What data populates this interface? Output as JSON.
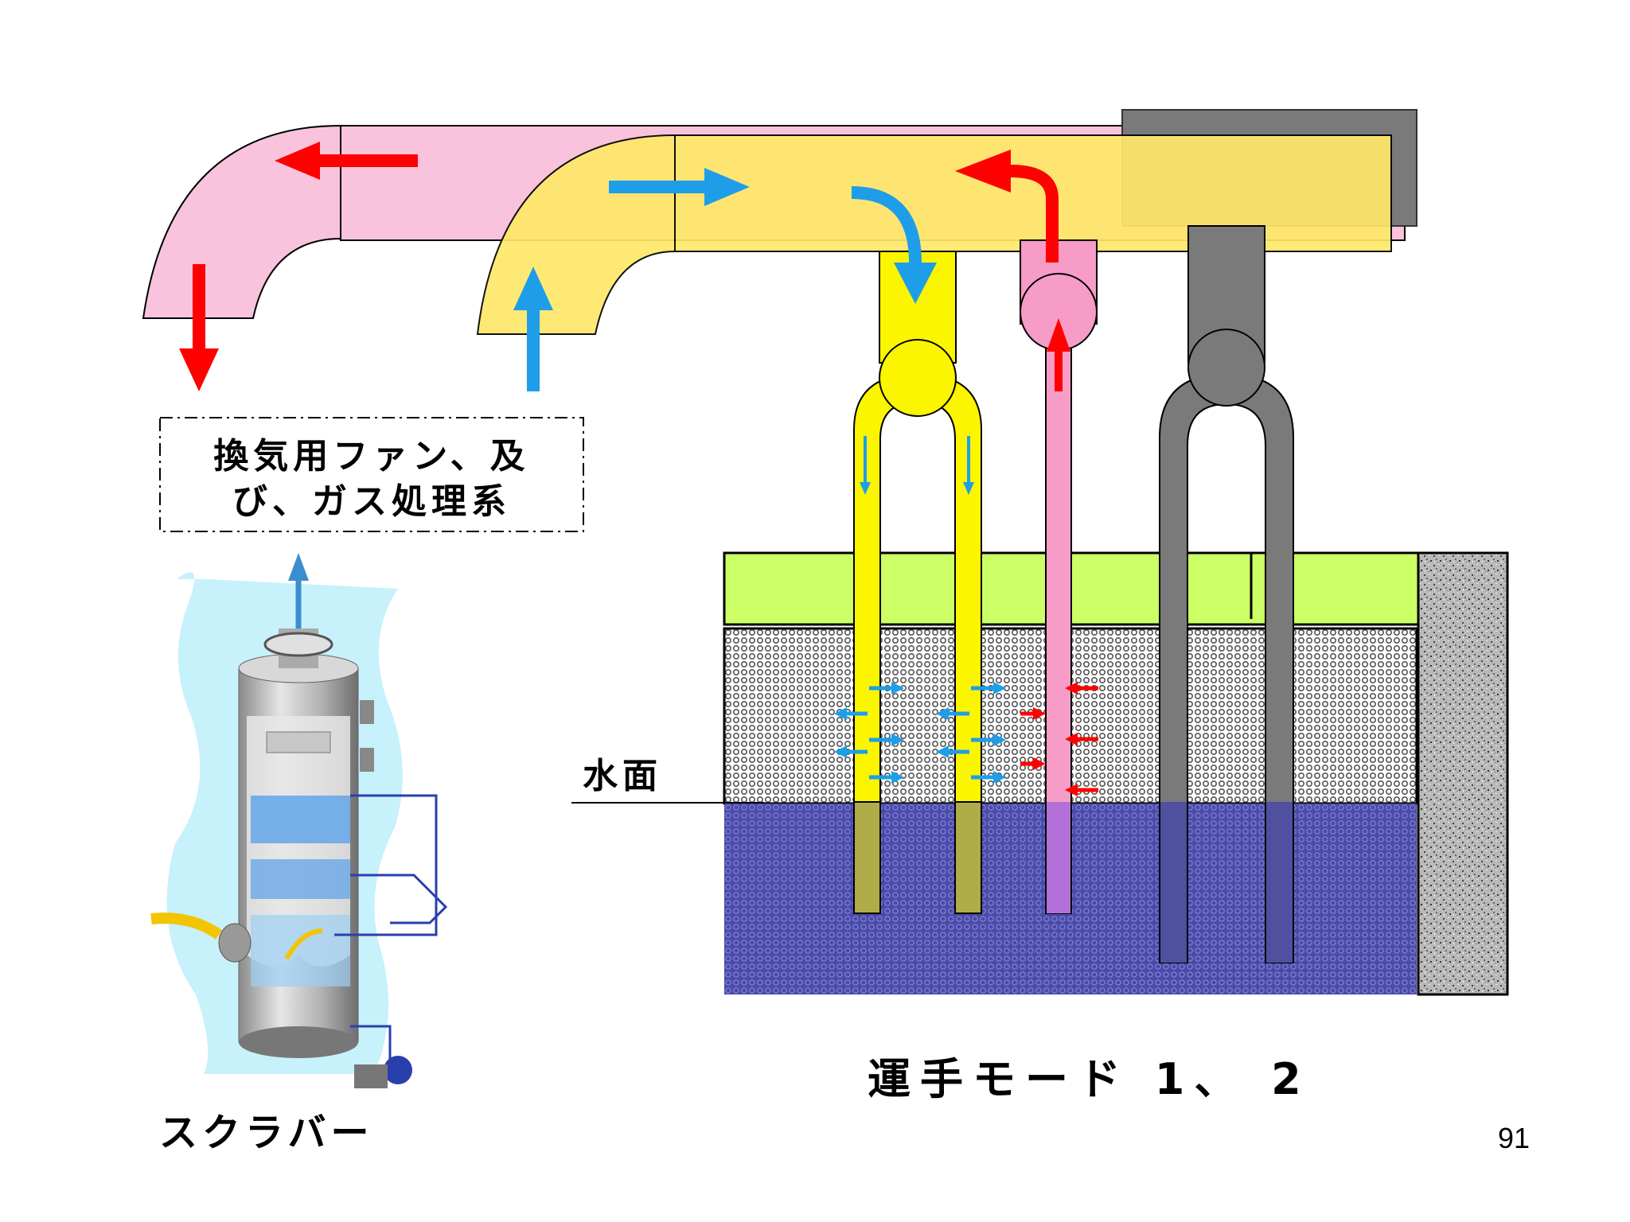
{
  "labels": {
    "exhaust_line1": "換気用ファン、及",
    "exhaust_line2": "び、ガス処理系",
    "water_surface": "水面",
    "scrubber": "スクラバー",
    "mode": "運手モード 1、 2",
    "page_number": "91"
  },
  "colors": {
    "pink_duct": "#f9c3dd",
    "yellow_duct": "#ffe86a",
    "yellow_pipe": "#fbf500",
    "pink_pipe": "#f79cc6",
    "gray_pipe": "#7a7a7a",
    "green_band": "#ccff66",
    "water": "#4a4aa8",
    "red_arrow": "#ff0000",
    "blue_arrow": "#1e9ee8"
  }
}
